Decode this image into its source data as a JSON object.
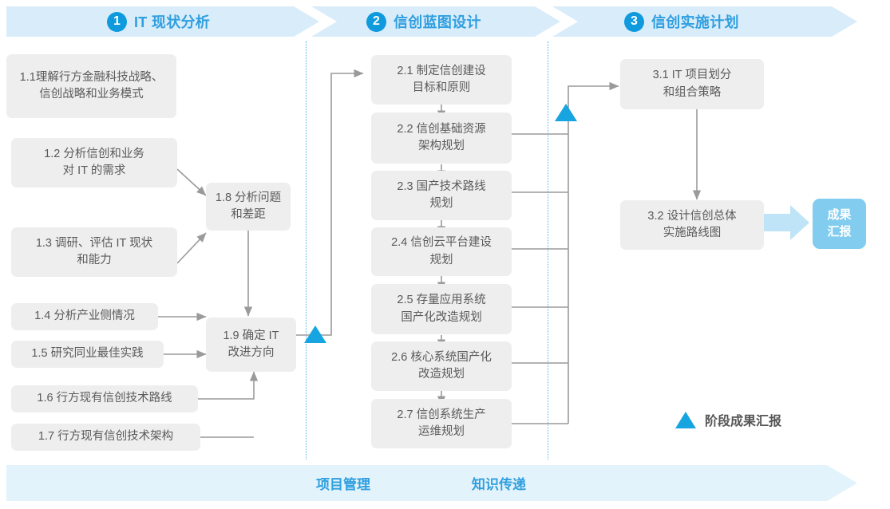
{
  "phases": [
    {
      "num": "1",
      "title": "IT 现状分析"
    },
    {
      "num": "2",
      "title": "信创蓝图设计"
    },
    {
      "num": "3",
      "title": "信创实施计划"
    }
  ],
  "phase1_tasks": [
    {
      "id": "1.1",
      "label": "1.1理解行方金融科技战略、\n信创战略和业务模式"
    },
    {
      "id": "1.2",
      "label": "1.2 分析信创和业务\n对 IT 的需求"
    },
    {
      "id": "1.3",
      "label": "1.3 调研、评估 IT 现状\n和能力"
    },
    {
      "id": "1.4",
      "label": "1.4 分析产业侧情况"
    },
    {
      "id": "1.5",
      "label": "1.5 研究同业最佳实践"
    },
    {
      "id": "1.6",
      "label": "1.6 行方现有信创技术路线"
    },
    {
      "id": "1.7",
      "label": "1.7 行方现有信创技术架构"
    },
    {
      "id": "1.8",
      "label": "1.8 分析问题\n和差距"
    },
    {
      "id": "1.9",
      "label": "1.9 确定 IT\n改进方向"
    }
  ],
  "phase2_tasks": [
    {
      "id": "2.1",
      "label": "2.1 制定信创建设\n目标和原则"
    },
    {
      "id": "2.2",
      "label": "2.2 信创基础资源\n架构规划"
    },
    {
      "id": "2.3",
      "label": "2.3 国产技术路线\n规划"
    },
    {
      "id": "2.4",
      "label": "2.4 信创云平台建设\n规划"
    },
    {
      "id": "2.5",
      "label": "2.5 存量应用系统\n国产化改造规划"
    },
    {
      "id": "2.6",
      "label": "2.6 核心系统国产化\n改造规划"
    },
    {
      "id": "2.7",
      "label": "2.7 信创系统生产\n运维规划"
    }
  ],
  "phase3_tasks": [
    {
      "id": "3.1",
      "label": "3.1 IT 项目划分\n和组合策略"
    },
    {
      "id": "3.2",
      "label": "3.2 设计信创总体\n实施路线图"
    }
  ],
  "result": {
    "label": "成果\n汇报"
  },
  "legend": {
    "label": "阶段成果汇报"
  },
  "footer": {
    "item1": "项目管理",
    "item2": "知识传递"
  },
  "colors": {
    "band": "#d9ecf9",
    "accent": "#2f9fe0",
    "circle": "#0f9ade",
    "box": "#eeeeee",
    "box_text": "#5a5a5a",
    "result_box": "#82cdef",
    "triangle": "#16a5e0",
    "footer_band": "#e3f3fb",
    "connector": "#9a9a9a",
    "divider": "#4fb7e8"
  }
}
